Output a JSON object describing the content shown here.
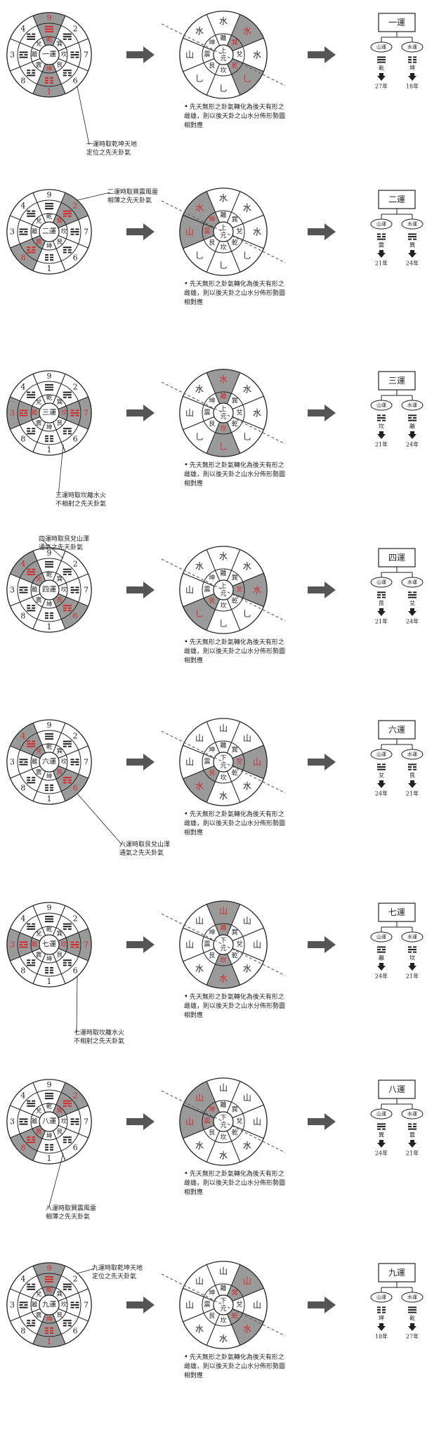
{
  "colors": {
    "accent": "#d32b2b",
    "shade": "#9a9a9a",
    "ink": "#222222",
    "arrow": "#555555"
  },
  "chunks": [
    {
      "run": "一運",
      "runShort": "一運",
      "yuan": "上元",
      "left": {
        "outer": [
          "9",
          "2",
          "7",
          "6",
          "1",
          "8",
          "3",
          "4"
        ],
        "trig": [
          "乾",
          "巽",
          "坎",
          "艮",
          "坤",
          "震",
          "離",
          "兌"
        ],
        "shade": [
          0,
          4
        ],
        "red": [
          0,
          4
        ]
      },
      "right": {
        "outer": [
          "水",
          "水",
          "水",
          "乚",
          "乚",
          "乚",
          "山",
          "水"
        ],
        "trig": [
          "離",
          "巽",
          "兌",
          "乾",
          "坎",
          "艮",
          "震",
          "坤"
        ],
        "shade": [
          1,
          3
        ],
        "red": [
          1,
          3
        ]
      },
      "caption": "一運時取乾坤天地\n定位之先天卦氣",
      "note": "先天無形之卦氣轉化為後天有形之雌雄，則以後天卦之山水分佈形勢圖相對應",
      "tree": {
        "left": "山運",
        "right": "水運",
        "leftGua": "乾",
        "rightGua": "坤",
        "leftYears": "27年",
        "rightYears": "18年"
      }
    },
    {
      "run": "二運",
      "runShort": "二運",
      "yuan": "上元",
      "left": {
        "outer": [
          "9",
          "2",
          "7",
          "6",
          "1",
          "8",
          "3",
          "4"
        ],
        "trig": [
          "乾",
          "巽",
          "坎",
          "艮",
          "坤",
          "震",
          "離",
          "兌"
        ],
        "shade": [
          1,
          5
        ],
        "red": [
          1,
          5
        ]
      },
      "right": {
        "outer": [
          "水",
          "水",
          "水",
          "乚",
          "乚",
          "乚",
          "山",
          "水"
        ],
        "trig": [
          "離",
          "巽",
          "兌",
          "乾",
          "坎",
          "艮",
          "震",
          "坤"
        ],
        "shade": [
          6,
          7
        ],
        "red": [
          6,
          7
        ]
      },
      "caption": "二運時取巽震風雷\n相薄之先天卦氣",
      "note": "先天無形之卦氣轉化為後天有形之雌雄，則以後天卦之山水分佈形勢圖相對應",
      "tree": {
        "left": "山運",
        "right": "水運",
        "leftGua": "震",
        "rightGua": "巽",
        "leftYears": "21年",
        "rightYears": "24年"
      }
    },
    {
      "run": "三運",
      "runShort": "三運",
      "yuan": "上元",
      "left": {
        "outer": [
          "9",
          "2",
          "7",
          "6",
          "1",
          "8",
          "3",
          "4"
        ],
        "trig": [
          "乾",
          "巽",
          "坎",
          "艮",
          "坤",
          "震",
          "離",
          "兌"
        ],
        "shade": [
          2,
          6
        ],
        "red": [
          2,
          6
        ]
      },
      "right": {
        "outer": [
          "水",
          "水",
          "水",
          "乚",
          "乚",
          "乚",
          "山",
          "水"
        ],
        "trig": [
          "離",
          "巽",
          "兌",
          "乾",
          "坎",
          "艮",
          "震",
          "坤"
        ],
        "shade": [
          0,
          4
        ],
        "red": [
          0,
          4
        ]
      },
      "caption": "三運時取坎離水火\n不相射之先天卦氣",
      "note": "先天無形之卦氣轉化為後天有形之雌雄，則以後天卦之山水分佈形勢圖相對應",
      "tree": {
        "left": "山運",
        "right": "水運",
        "leftGua": "坎",
        "rightGua": "離",
        "leftYears": "21年",
        "rightYears": "24年"
      }
    },
    {
      "run": "四運",
      "runShort": "四運",
      "yuan": "上元",
      "left": {
        "outer": [
          "9",
          "2",
          "7",
          "6",
          "1",
          "8",
          "3",
          "4"
        ],
        "trig": [
          "乾",
          "巽",
          "坎",
          "艮",
          "坤",
          "震",
          "離",
          "兌"
        ],
        "shade": [
          3,
          7
        ],
        "red": [
          3,
          7
        ]
      },
      "right": {
        "outer": [
          "水",
          "水",
          "水",
          "乚",
          "乚",
          "乚",
          "山",
          "水"
        ],
        "trig": [
          "離",
          "巽",
          "兌",
          "乾",
          "坎",
          "艮",
          "震",
          "坤"
        ],
        "shade": [
          2,
          5
        ],
        "red": [
          2,
          5
        ]
      },
      "caption": "四運時取艮兌山澤\n通氣之先天卦氣",
      "note": "先天無形之卦氣轉化為後天有形之雌雄，則以後天卦之山水分佈形勢圖相對應",
      "tree": {
        "left": "山運",
        "right": "水運",
        "leftGua": "艮",
        "rightGua": "兌",
        "leftYears": "21年",
        "rightYears": "24年"
      }
    },
    {
      "run": "六運",
      "runShort": "六運",
      "yuan": "下元",
      "left": {
        "outer": [
          "9",
          "2",
          "7",
          "6",
          "1",
          "8",
          "3",
          "4"
        ],
        "trig": [
          "乾",
          "巽",
          "坎",
          "艮",
          "坤",
          "震",
          "離",
          "兌"
        ],
        "shade": [
          3,
          7
        ],
        "red": [
          3,
          7
        ]
      },
      "right": {
        "outer": [
          "山",
          "山",
          "山",
          "水",
          "水",
          "水",
          "山",
          "山"
        ],
        "trig": [
          "離",
          "巽",
          "兌",
          "乾",
          "坎",
          "艮",
          "震",
          "坤"
        ],
        "shade": [
          2,
          5
        ],
        "red": [
          2,
          5
        ]
      },
      "caption": "六運時取艮兌山澤\n通氣之先天卦氣",
      "note": "先天無形之卦氣轉化為後天有形之雌雄，則以後天卦之山水分佈形勢圖相對應",
      "tree": {
        "left": "山運",
        "right": "水運",
        "leftGua": "兌",
        "rightGua": "艮",
        "leftYears": "24年",
        "rightYears": "21年"
      }
    },
    {
      "run": "七運",
      "runShort": "七運",
      "yuan": "下元",
      "left": {
        "outer": [
          "9",
          "2",
          "7",
          "6",
          "1",
          "8",
          "3",
          "4"
        ],
        "trig": [
          "乾",
          "巽",
          "坎",
          "艮",
          "坤",
          "震",
          "離",
          "兌"
        ],
        "shade": [
          2,
          6
        ],
        "red": [
          2,
          6
        ]
      },
      "right": {
        "outer": [
          "山",
          "山",
          "山",
          "水",
          "水",
          "水",
          "山",
          "山"
        ],
        "trig": [
          "離",
          "巽",
          "兌",
          "乾",
          "坎",
          "艮",
          "震",
          "坤"
        ],
        "shade": [
          0,
          4
        ],
        "red": [
          0,
          4
        ]
      },
      "caption": "七運時取坎離水火\n不相射之先天卦氣",
      "note": "先天無形之卦氣轉化為後天有形之雌雄，則以後天卦之山水分佈形勢圖相對應",
      "tree": {
        "left": "山運",
        "right": "水運",
        "leftGua": "離",
        "rightGua": "坎",
        "leftYears": "24年",
        "rightYears": "21年"
      }
    },
    {
      "run": "八運",
      "runShort": "八運",
      "yuan": "下元",
      "left": {
        "outer": [
          "9",
          "2",
          "7",
          "6",
          "1",
          "8",
          "3",
          "4"
        ],
        "trig": [
          "乾",
          "巽",
          "坎",
          "艮",
          "坤",
          "震",
          "離",
          "兌"
        ],
        "shade": [
          1,
          5
        ],
        "red": [
          1,
          5
        ]
      },
      "right": {
        "outer": [
          "山",
          "山",
          "山",
          "水",
          "水",
          "水",
          "山",
          "山"
        ],
        "trig": [
          "離",
          "巽",
          "兌",
          "乾",
          "坎",
          "艮",
          "震",
          "坤"
        ],
        "shade": [
          6,
          7
        ],
        "red": [
          6,
          7
        ]
      },
      "caption": "八運時取巽震風雷\n相薄之先天卦氣",
      "note": "先天無形之卦氣轉化為後天有形之雌雄，則以後天卦之山水分佈形勢圖相對應",
      "tree": {
        "left": "山運",
        "right": "水運",
        "leftGua": "巽",
        "rightGua": "震",
        "leftYears": "24年",
        "rightYears": "21年"
      }
    },
    {
      "run": "九運",
      "runShort": "九運",
      "yuan": "下元",
      "left": {
        "outer": [
          "9",
          "2",
          "7",
          "6",
          "1",
          "8",
          "3",
          "4"
        ],
        "trig": [
          "乾",
          "巽",
          "坎",
          "艮",
          "坤",
          "震",
          "離",
          "兌"
        ],
        "shade": [
          0,
          4
        ],
        "red": [
          0,
          4
        ]
      },
      "right": {
        "outer": [
          "山",
          "山",
          "山",
          "水",
          "水",
          "水",
          "山",
          "山"
        ],
        "trig": [
          "離",
          "巽",
          "兌",
          "乾",
          "坎",
          "艮",
          "震",
          "坤"
        ],
        "shade": [
          1,
          3
        ],
        "red": [
          1,
          3
        ]
      },
      "caption": "九運時取乾坤天地\n定位之先天卦氣",
      "note": "先天無形之卦氣轉化為後天有形之雌雄，則以後天卦之山水分佈形勢圖相對應",
      "tree": {
        "left": "山運",
        "right": "水運",
        "leftGua": "坤",
        "rightGua": "乾",
        "leftYears": "18年",
        "rightYears": "27年"
      }
    }
  ]
}
